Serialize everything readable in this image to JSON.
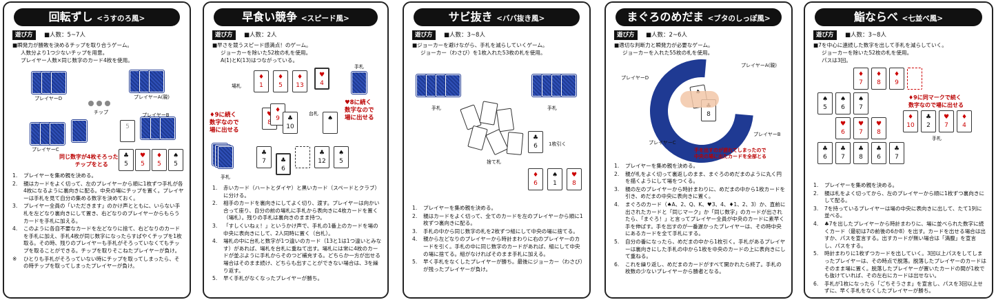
{
  "cards": [
    {
      "title": "回転ずし",
      "subtitle": "<うすのろ風>",
      "tag": "遊び方",
      "people": "■人数：5~7人",
      "intro": [
        "■瞬発力が勝敗を決めるチップを取り合うゲーム。",
        "人数分より1つ少ないチップを用意。",
        "プレイヤー人数×同じ数字のカード4枚を使用。"
      ],
      "labels": [
        "プレイヤーD",
        "プレイヤーA(親)",
        "チップ",
        "プレイヤーB",
        "プレイヤーC"
      ],
      "note": [
        "同じ数字が4枚そろったら",
        "チップをとる"
      ],
      "faces": [
        "5",
        "5",
        "5",
        "5",
        "5"
      ],
      "steps": [
        {
          "n": "1.",
          "t": "プレイヤーを集め親を決める。"
        },
        {
          "n": "2.",
          "t": "親はカードをよく切って、左のプレイヤーから順に1枚ずつ手札が各4枚になるように裏向きに配る。中央の場にチップを置く。プレイヤーは手札を見て自分の集める数字を決めておく。"
        },
        {
          "n": "3.",
          "t": "プレイヤー全員の「いただきます」のかけ声とともに、いらない手札を左どなり裏向きにして置き、右どなりのプレイヤーからもらうカードを手札に加える。"
        },
        {
          "n": "4.",
          "t": "このように各自不要なカードを左どなりに捨て、右どなりのカードを手札に加え、手札4枚が同じ数字になったらすばやくチップを1枚取る。その時、残りのプレイヤーも手札がそろっていなくてもチップを取ることができる。チップを取りそこねたプレイヤーが負け。"
        },
        {
          "n": "※",
          "t": "ひとりも手札がそろっていない時にチップを取ってしまったら、その時チップを取ってしまったプレイヤーが負け。"
        }
      ]
    },
    {
      "title": "早食い競争",
      "subtitle": "<スピード風>",
      "tag": "遊び方",
      "people": "■人数：2人",
      "intro": [
        "■早さを競うスピード感満点！のゲーム。",
        "ジョーカーを除いた52枚の札を使用。",
        "A(1)とK(13)はつながっている。"
      ],
      "labels": [
        "場札",
        "手札",
        "台札",
        "手札"
      ],
      "note1": [
        "♥8に続く",
        "数字なので",
        "場に出せる"
      ],
      "note2": [
        "♦9に続く",
        "数字なので",
        "場に出せる"
      ],
      "faces": [
        "1",
        "5",
        "13",
        "4",
        "8",
        "9",
        "10",
        "7",
        "6",
        "12",
        "5"
      ],
      "steps": [
        {
          "n": "1.",
          "t": "赤いカード（ハートとダイヤ）と黒いカード（スペードとクラブ）に分ける。"
        },
        {
          "n": "2.",
          "t": "相手のカードを裏向きにしてよく切り、渡す。プレイヤーは向かい合って座り、自分の前の場札に手札から表向きに4枚カードを置く（場札）。残りの手札は裏向きのまま持つ。"
        },
        {
          "n": "3.",
          "t": "「すしくいねぇ！」というかけ声で、手札の1番上のカードを場の中央に表向きにして、2人同時に置く（台札）。"
        },
        {
          "n": "4.",
          "t": "場札の中に台札と数字が1つ違いのカード（13と1は1つ違いとみなす）があれば、場札を台札に重ねて出す。場札には常に4枚のカードが並ぶように手札からそのつど補充する。どちらか一方が出せる場合はそのまま続け、どちらも出すことができない場合は、3を繰り返す。"
        },
        {
          "n": "5.",
          "t": "早く手札がなくなったプレイヤーが勝ち。"
        }
      ]
    },
    {
      "title": "サビ抜き",
      "subtitle": "<ババ抜き風>",
      "tag": "遊び方",
      "people": "■人数：3~8人",
      "intro": [
        "■ジョーカーを避けながら、手札を減らしていくゲーム。",
        "ジョーカー（わさび）を1枚入れた53枚の札を使用。"
      ],
      "labels": [
        "手札",
        "手札",
        "1枚引く",
        "捨て札"
      ],
      "faces": [
        "6",
        "6",
        "1",
        "8"
      ],
      "steps": [
        {
          "n": "1.",
          "t": "プレイヤーを集め親を決める。"
        },
        {
          "n": "2.",
          "t": "親はカードをよく切って、全てのカードを左のプレイヤーから順に1枚ずつ裏向きに配る。"
        },
        {
          "n": "3.",
          "t": "手札の中から同じ数字の札を2枚ずつ組にして中央の場に捨てる。"
        },
        {
          "n": "4.",
          "t": "親から左どなりのプレイヤーから時計まわりに右のプレイヤーのカードを引く。手札の中に同じ数字のカードがあれば、組にして中央の場に捨てる。組がなければそのまま手札に加える。"
        },
        {
          "n": "5.",
          "t": "早く手札をなくしたプレイヤーが勝ち。最後にジョーカー（わさび）が残ったプレイヤーが負け。"
        }
      ]
    },
    {
      "title": "まぐろのめだま",
      "subtitle": "<ブタのしっぽ風>",
      "tag": "遊び方",
      "people": "■人数：2~6人",
      "intro": [
        "■適切な判断力と瞬発力が必要なゲーム。",
        "ジョーカーを入れた55枚の札を使用。"
      ],
      "labels": [
        "プレイヤーD",
        "プレイヤーA(親)",
        "プレイヤーB",
        "プレイヤーC"
      ],
      "note": [
        "手を出すのが遅れてしまったので",
        "中央の場に出たカードを全部とる"
      ],
      "steps": [
        {
          "n": "1.",
          "t": "プレイヤーを集め親を決める。"
        },
        {
          "n": "2.",
          "t": "親が札をよく切って裏返しのまま、まぐろのめだまのように丸く円を描くようにして場をつくる。"
        },
        {
          "n": "3.",
          "t": "親の左のプレイヤーから時計まわりに、めだまの中から1枚カードを引き、めだまの中央に表向きに置く。"
        },
        {
          "n": "4.",
          "t": "まぐろのカード（♠A、2、Q、K、♥3、4、♦1、2、3）か、直前に出されたカードと「同じマーク」か「同じ数字」のカードが出されたら、「まぐろ！」と言ってプレイヤー全員が中央のカードに素早く手を伸ばす。手を出すのが一番遅かったプレイヤーは、その時中央にあるカードを全て手札にする。"
        },
        {
          "n": "5.",
          "t": "自分の番になったら、めだまの中から1枚引く。手札があるプレイヤーは裏向きにした手札の中から1枚を中央のカードの上に表向きにして重ねる。"
        },
        {
          "n": "6.",
          "t": "これを繰り返し、めだまのカードがすべて開かれたら終了。手札の枚数の少ないプレイヤーから勝者となる。"
        }
      ]
    },
    {
      "title": "鮨ならべ",
      "subtitle": "<七並べ風>",
      "tag": "遊び方",
      "people": "■人数：3~8人",
      "intro": [
        "■7を中心に連続した数字を出して手札を減らしていく。",
        "ジョーカーを除いた52枚の札を使用。",
        "パスは3回。"
      ],
      "labels": [
        "手札"
      ],
      "note": [
        "♦9に同マークで続く",
        "数字なので場に出せる"
      ],
      "faces": [
        "7",
        "8",
        "9",
        "5",
        "6",
        "7",
        "6",
        "7",
        "8",
        "10",
        "2",
        "7",
        "4",
        "6",
        "7",
        "8",
        "6",
        "7"
      ],
      "steps": [
        {
          "n": "1.",
          "t": "プレイヤーを集め親を決める。"
        },
        {
          "n": "2.",
          "t": "親は札をよく切ってから、左のプレイヤーから順に1枚ずつ裏向きにして配る。"
        },
        {
          "n": "3.",
          "t": "7を持っているプレイヤーは場の中央に表向きに出して、たて1列に並べる。"
        },
        {
          "n": "4.",
          "t": "♣7を出したプレイヤーから時計まわりに、場に並べられた数字に続くカード（最初は7の前後の6か8）を出す。カードを出せる場合は出すか、パスを宣言する。出すカードが無い場合は「満腹」を宣言し、パスをする。"
        },
        {
          "n": "5.",
          "t": "時計まわりに1枚ずつカードを出していく。3回以上パスをしてしまったプレイヤーは、その時点で脱落。脱落したプレイヤーのカードはそのまま場に置く。脱落したプレイヤーが置いたカードの間が1枚でも抜けていれば、その左右にカードは出せない。"
        },
        {
          "n": "6.",
          "t": "手札が1枚になったら「ごちそうさま」を宣言し、パスを3回以上せずに、早く手札をなくしたプレイヤーが勝ち。"
        }
      ]
    }
  ]
}
